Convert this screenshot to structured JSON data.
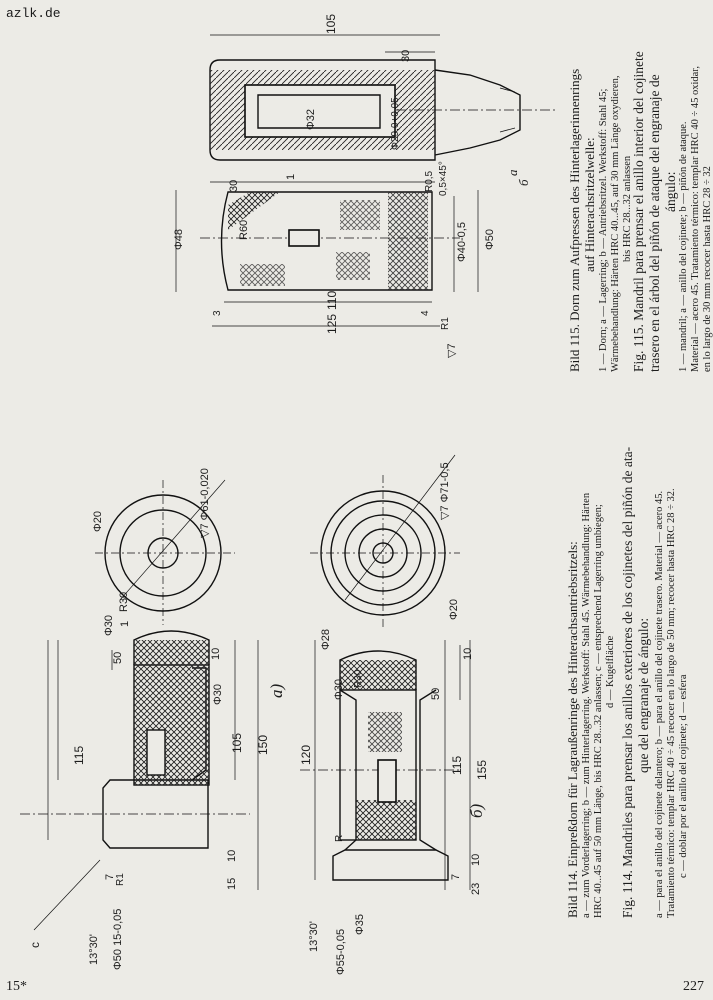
{
  "watermark": "azlk.de",
  "page": {
    "left_number": "15*",
    "right_number": "227"
  },
  "fig114": {
    "caption_de": "Bild 114. Einpreßdorn für Lagraußenringe des Hinterachsantriebsritzels:",
    "legend_de_1": "a — zum Vorderlagerring; b — zum Hinterlagerring. Werkstoff: Stahl 45. Wärmebehandlung: Härten",
    "legend_de_2": "HRC 40...45 auf 50 mm Länge, bis HRC 28...32 anlassen; c — entsprechend Lagerring umbiegen;",
    "legend_de_3": "d — Kugelfläche",
    "caption_es_1": "Fig. 114. Mandriles para prensar los anillos exteriores de los cojinetes del piñón de ata-",
    "caption_es_2": "que del engranaje de ángulo:",
    "legend_es_1": "a — para el anillo del cojinete delantero; b — para el anillo del cojinete trasero. Material — acero 45.",
    "legend_es_2": "Tratamiento térmico: templar HRC 40 ÷ 45 recocer en lo largo de 50 mm; recocer hasta HRC 28 ÷ 32.",
    "legend_es_3": "c — doblar por el anillo del cojinete; d — esfera",
    "label_a": "a)",
    "label_b": "б)",
    "dims_a": {
      "d1": "115",
      "d2": "105",
      "d3": "150",
      "d4": "50",
      "d5": "10",
      "d6": "10",
      "d7": "15",
      "phi30": "Φ30",
      "phi30b": "Φ30",
      "r30": "R30",
      "d_dia": "Φ50 15-0,05",
      "angle": "13°30'",
      "chamfer": "7",
      "r1": "R1",
      "ball": "Φ20",
      "outer": "▽7 Φ61-0,020",
      "c": "c",
      "one": "1"
    },
    "dims_b": {
      "d1": "120",
      "d2": "115",
      "d3": "155",
      "d4": "50",
      "d5": "10",
      "d6": "10",
      "d7": "23",
      "phi28": "Φ28",
      "phi30": "Φ30",
      "r30": "R30",
      "phi35": "Φ35",
      "d_dia": "Φ55-0,05",
      "angle": "13°30'",
      "chamfer": "7",
      "r": "R",
      "ball": "Φ20",
      "outer": "▽7 Φ71-0,5"
    }
  },
  "fig115": {
    "caption_de_1": "Bild 115. Dorn zum Aufpressen des Hinterlagerinnenrings",
    "caption_de_2": "auf Hinterachsritzelwelle:",
    "legend_de_1": "1 — Dorn; a — Lagerring; b — Antriebsritzel. Werkstoff: Stahl 45;",
    "legend_de_2": "Wärmebehandlung: Härten HRC 40...45, auf 30 mm Länge oxydieren,",
    "legend_de_3": "bis HRC 28...32 anlassen",
    "caption_es_1": "Fig. 115. Mandril para prensar el anillo interior del cojinete",
    "caption_es_2": "trasero en el árbol del piñón de ataque del engranaje de",
    "caption_es_3": "ángulo:",
    "legend_es_1": "1 — mandril; a — anillo del cojinete; b — piñón de ataque.",
    "legend_es_2": "Material — acero 45. Tratamiento térmico: templar HRC 40 ÷ 45 oxidar,",
    "legend_es_3": "en lo largo de 30 mm recocer hasta HRC 28 ÷ 32",
    "dims": {
      "d105": "105",
      "d30a": "30",
      "phi32": "Φ32",
      "phi290": "Φ29,0+0,05",
      "one": "1",
      "a": "a",
      "b": "б",
      "d30b": "30",
      "phi48": "Φ48",
      "r60": "R60",
      "r05": "R0,5",
      "c05": "0,5×45°",
      "phi40": "Φ40-0,5",
      "phi50": "Φ50",
      "d110": "110",
      "d125": "125",
      "d3": "3",
      "d4": "4",
      "r1": "R1",
      "v7": "▽7"
    }
  }
}
